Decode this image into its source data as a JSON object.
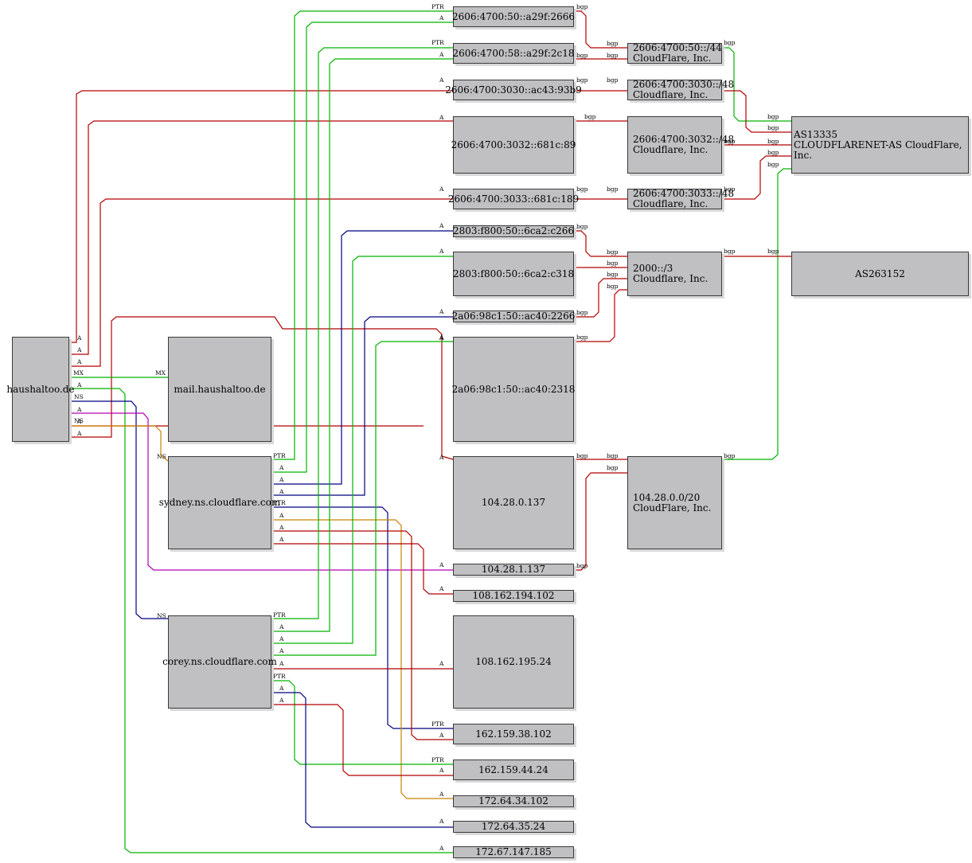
{
  "nodes": {
    "haushaltoo": "haushaltoo.de",
    "mail": "mail.haushaltoo.de",
    "sydney": "sydney.ns.cloudflare.com",
    "corey": "corey.ns.cloudflare.com",
    "v6_a29f_2666": "2606:4700:50::a29f:2666",
    "v6_a29f_2c18": "2606:4700:58::a29f:2c18",
    "v6_ac43_93b9": "2606:4700:3030::ac43:93b9",
    "v6_681c_89": "2606:4700:3032::681c:89",
    "v6_681c_189": "2606:4700:3033::681c:189",
    "v6_6ca2_c266": "2803:f800:50::6ca2:c266",
    "v6_6ca2_c318": "2803:f800:50::6ca2:c318",
    "v6_ac40_2266": "2a06:98c1:50::ac40:2266",
    "v6_ac40_2318": "2a06:98c1:50::ac40:2318",
    "ip_104_28_0_137": "104.28.0.137",
    "ip_104_28_1_137": "104.28.1.137",
    "ip_108_162_194_102": "108.162.194.102",
    "ip_108_162_195_24": "108.162.195.24",
    "ip_162_159_38_102": "162.159.38.102",
    "ip_162_159_44_24": "162.159.44.24",
    "ip_172_64_34_102": "172.64.34.102",
    "ip_172_64_35_24": "172.64.35.24",
    "ip_172_67_147_185": "172.67.147.185",
    "pfx_2606_50_44": "2606:4700:50::/44\nCloudFlare, Inc.",
    "pfx_2606_3030_48": "2606:4700:3030::/48\nCloudflare, Inc.",
    "pfx_2606_3032_48": "2606:4700:3032::/48\nCloudflare, Inc.",
    "pfx_2606_3033_48": "2606:4700:3033::/48\nCloudflare, Inc.",
    "pfx_2000_3": "2000::/3\nCloudflare, Inc.",
    "pfx_104_28_0_0_20": "104.28.0.0/20\nCloudFlare, Inc.",
    "as13335": "AS13335\nCLOUDFLARENET-AS CloudFlare, Inc.",
    "as263152": "AS263152"
  },
  "edge_labels": {
    "ptr": "PTR",
    "a": "A",
    "mx": "MX",
    "ns": "NS",
    "bgp": "bgp"
  },
  "colors": {
    "red": "#b40000",
    "green": "#00b400",
    "blue": "#000080",
    "magenta": "#b400b4",
    "orange": "#c88200",
    "node_fill": "#c0bfc2"
  }
}
